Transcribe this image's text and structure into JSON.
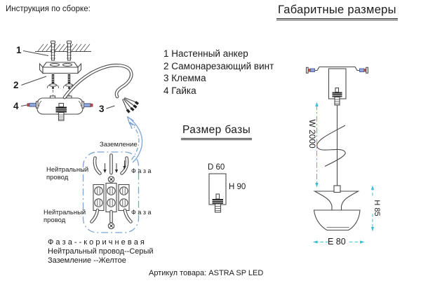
{
  "header": {
    "instruction_title": "Инструкция по сборке:",
    "dimensions_title": "Габаритные размеры"
  },
  "parts_list": [
    "1 Настенный анкер",
    "2 Самонарезающий винт",
    "3 Клемма",
    "4 Гайка"
  ],
  "callouts": {
    "n1": "1",
    "n2": "2",
    "n3": "3",
    "n4": "4"
  },
  "base_size": {
    "title": "Размер базы",
    "diameter": "D 60",
    "height": "H 90"
  },
  "overall_dimensions": {
    "cable_length": "W 2000",
    "shade_height": "H 85",
    "shade_diameter": "E 80"
  },
  "wiring": {
    "ground_label": "Заземление",
    "neutral_label_top": "Нейтральный провод",
    "neutral_label_bottom": "Нейтральный провод",
    "phase_label_top": "Ф а з а",
    "phase_label_bottom": "Ф а з а",
    "legend": [
      "Ф а з а - - к о р и ч н е в а я",
      "Нейтральный провод--Серый",
      "Заземление --Желтое"
    ]
  },
  "footer": {
    "article": "Артикул товара: ASTRA SP LED"
  },
  "colors": {
    "line": "#4a4a4a",
    "leader_blue": "#7ba3d4",
    "dimension_cyan": "#3bbfd4",
    "screw_red": "#c0504d",
    "screw_blue": "#8fa8dc"
  }
}
